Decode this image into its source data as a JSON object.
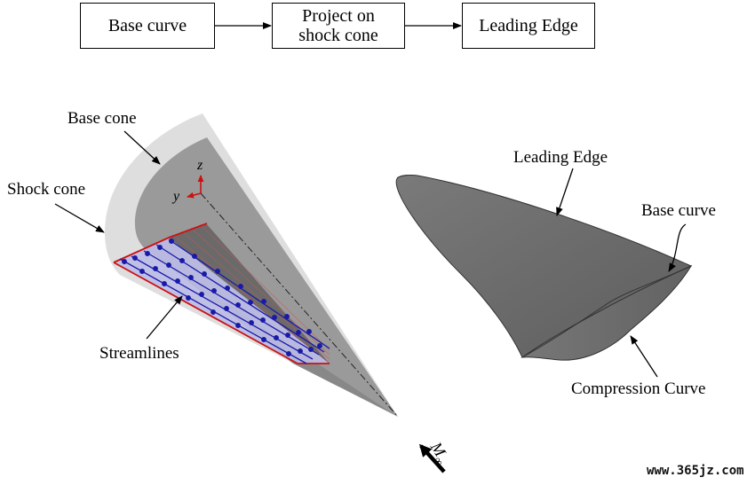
{
  "flowchart": {
    "step1": "Base curve",
    "step2": "Project on shock cone",
    "step3": "Leading Edge"
  },
  "left_figure": {
    "base_cone_label": "Base cone",
    "shock_cone_label": "Shock cone",
    "streamlines_label": "Streamlines",
    "axis_z": "z",
    "axis_y": "y"
  },
  "right_figure": {
    "leading_edge_label": "Leading Edge",
    "base_curve_label": "Base curve",
    "compression_curve_label": "Compression Curve"
  },
  "freestream": {
    "symbol": "M",
    "subscript": "∞"
  },
  "watermark": "www.365jz.com",
  "colors": {
    "shock_cone": "#dcdcdc",
    "base_cone": "#9c9c9c",
    "streamline": "#1a1aa8",
    "leading_edge_red": "#cc1111",
    "waverider_body": "#6e6e6e"
  }
}
